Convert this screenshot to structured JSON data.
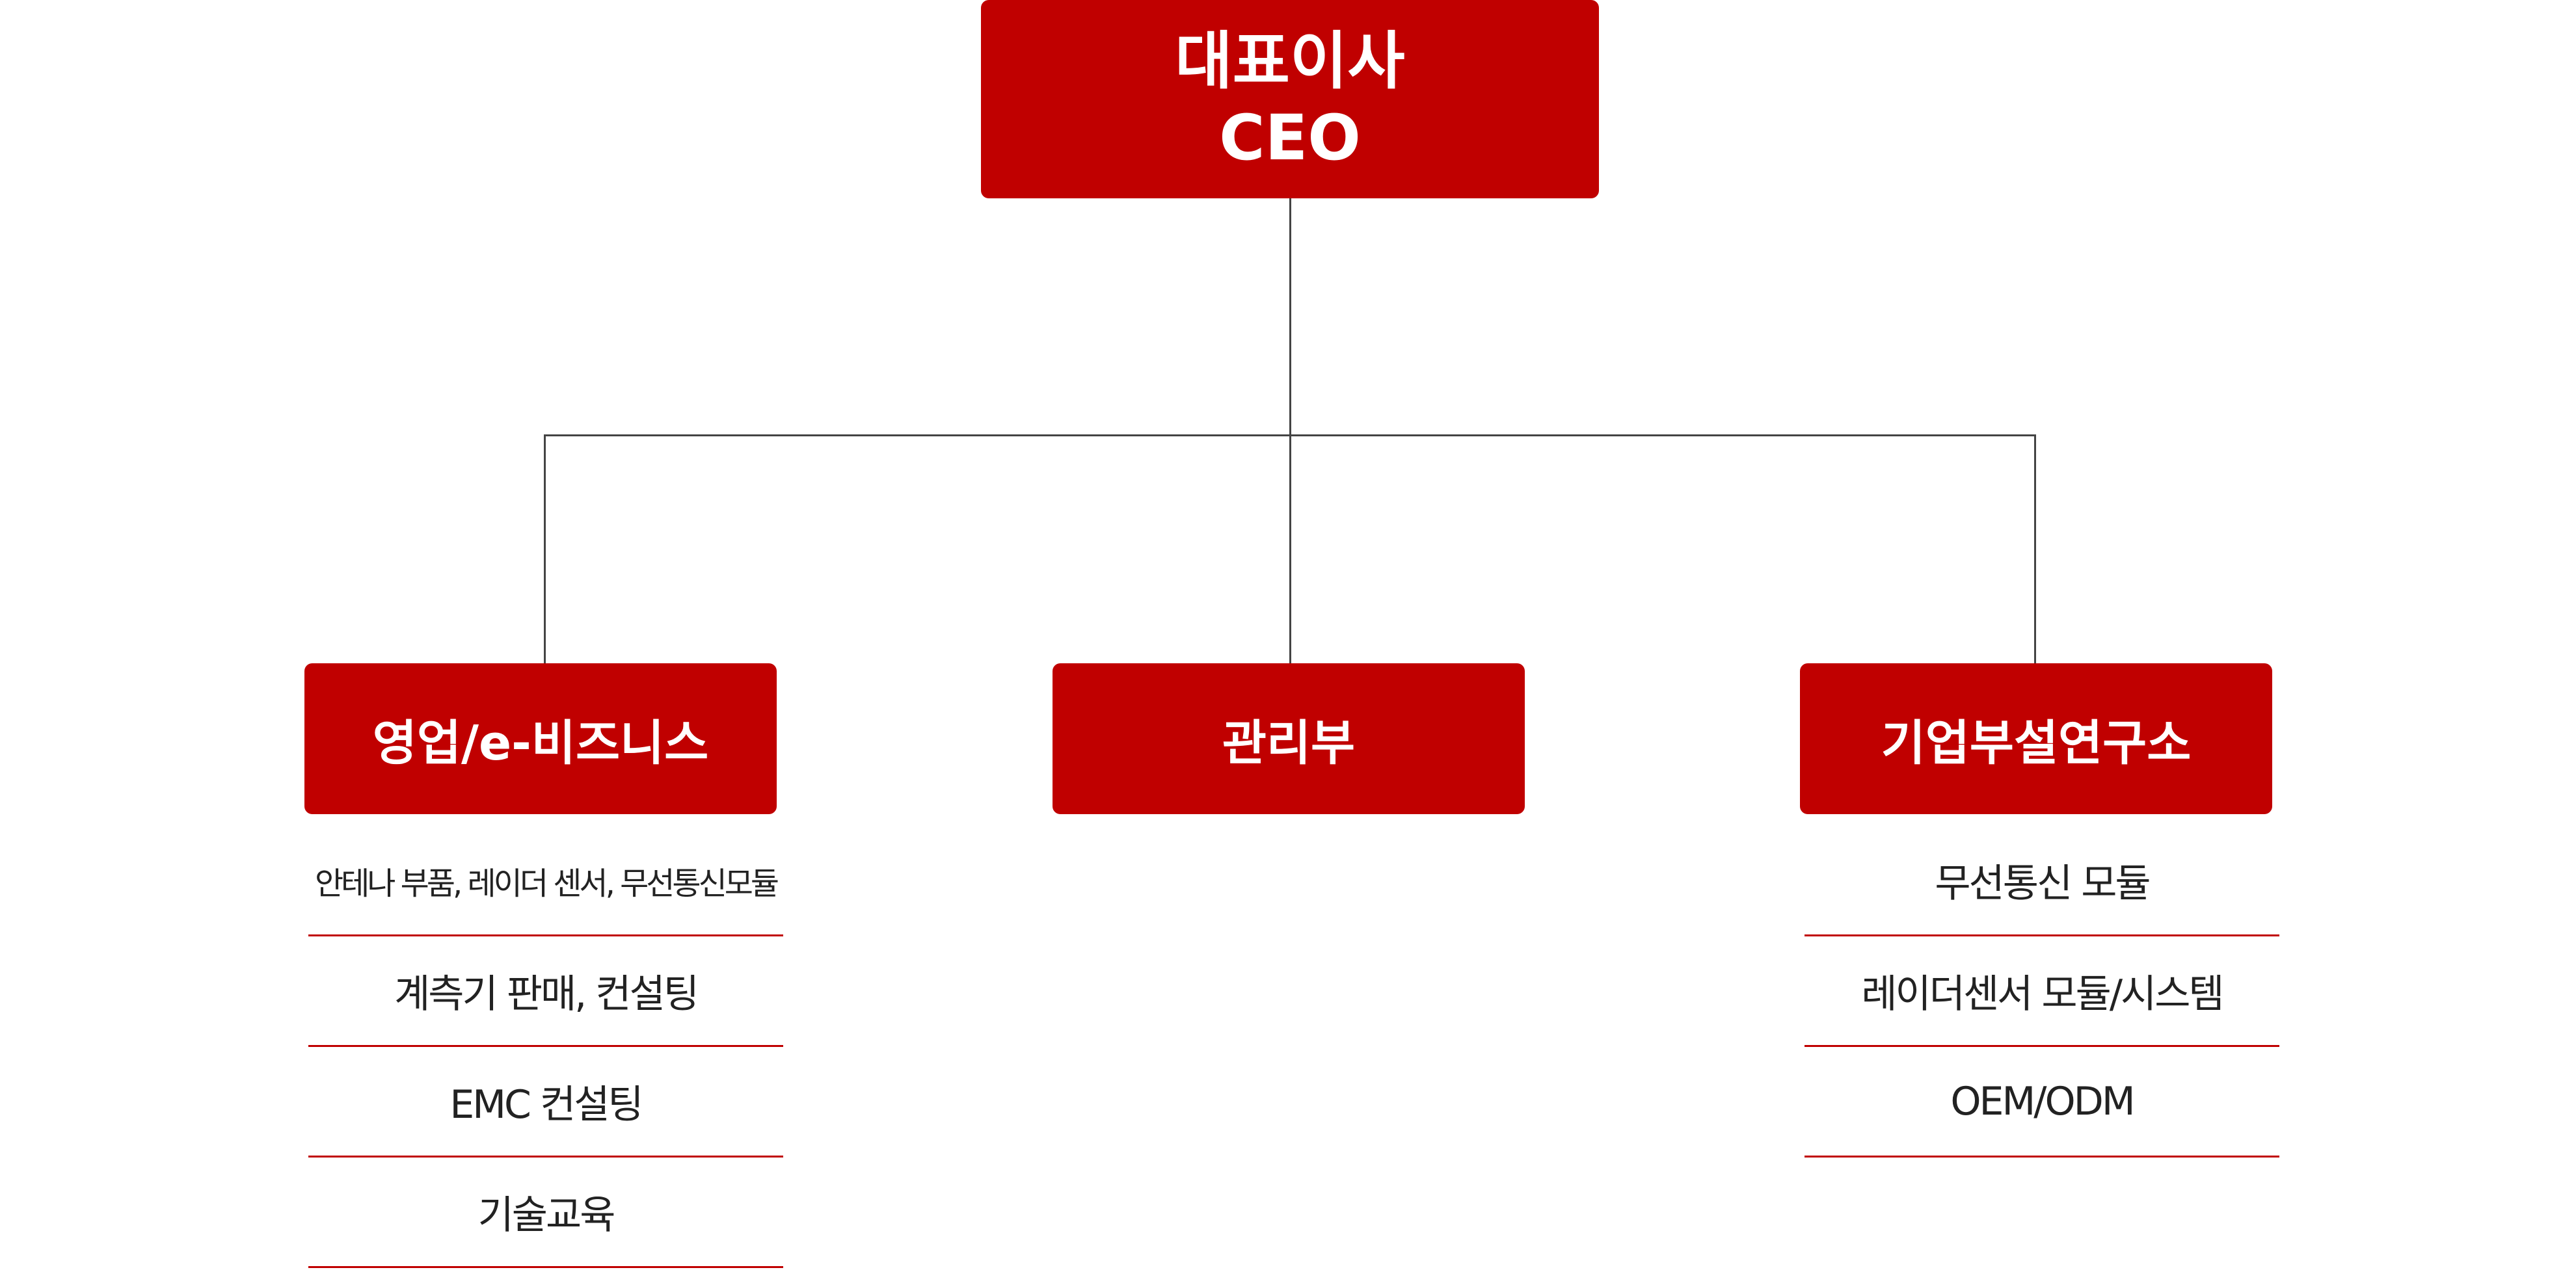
{
  "ceo": {
    "title_ko": "대표이사",
    "title_en": "CEO"
  },
  "departments": [
    {
      "name": "영업/e-비즈니스",
      "items": [
        "안테나 부품, 레이더 센서, 무선통신모듈",
        "계측기 판매, 컨설팅",
        "EMC 컨설팅",
        "기술교육"
      ]
    },
    {
      "name": "관리부",
      "items": []
    },
    {
      "name": "기업부설연구소",
      "items": [
        "무선통신 모듈",
        "레이더센서 모듈/시스템",
        "OEM/ODM"
      ]
    }
  ],
  "colors": {
    "box": "#c00000",
    "box_text": "#ffffff",
    "divider": "#c00000",
    "connector": "#444444"
  }
}
